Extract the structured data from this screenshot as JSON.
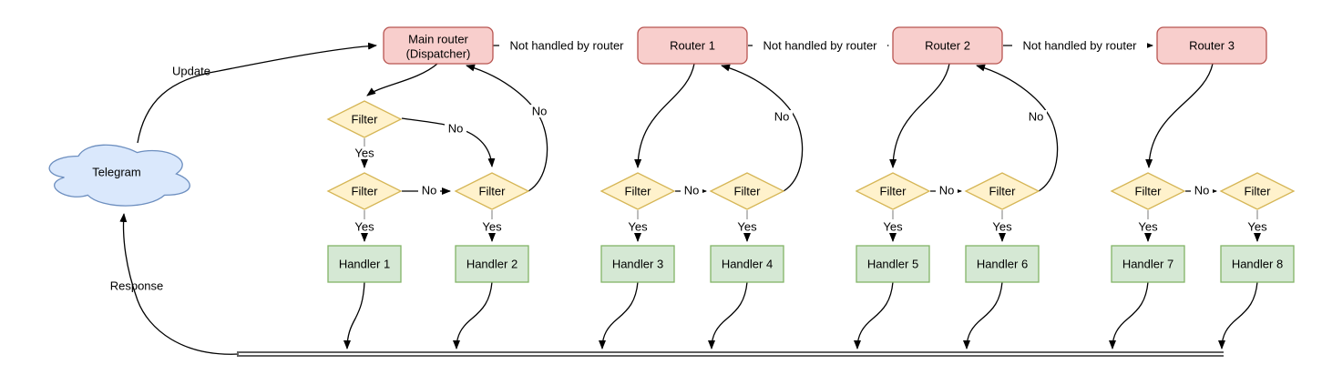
{
  "cloud": {
    "label": "Telegram"
  },
  "routers": [
    {
      "line1": "Main router",
      "line2": "(Dispatcher)"
    },
    {
      "label": "Router 1"
    },
    {
      "label": "Router 2"
    },
    {
      "label": "Router 3"
    }
  ],
  "handlers": [
    "Handler 1",
    "Handler 2",
    "Handler 3",
    "Handler 4",
    "Handler 5",
    "Handler 6",
    "Handler 7",
    "Handler 8"
  ],
  "labels": {
    "filter": "Filter",
    "yes": "Yes",
    "no": "No",
    "not_handled": "Not handled by router",
    "update": "Update",
    "response": "Response"
  },
  "colors": {
    "bg": "#ffffff",
    "edge": "#000000",
    "edge_muted": "#999999",
    "text": "#000000",
    "router_fill": "#f8cecc",
    "router_stroke": "#b85450",
    "filter_fill": "#fff2cc",
    "filter_stroke": "#d6b656",
    "handler_fill": "#d5e8d4",
    "handler_stroke": "#82b366",
    "cloud_fill": "#dae8fc",
    "cloud_stroke": "#6c8ebf"
  }
}
